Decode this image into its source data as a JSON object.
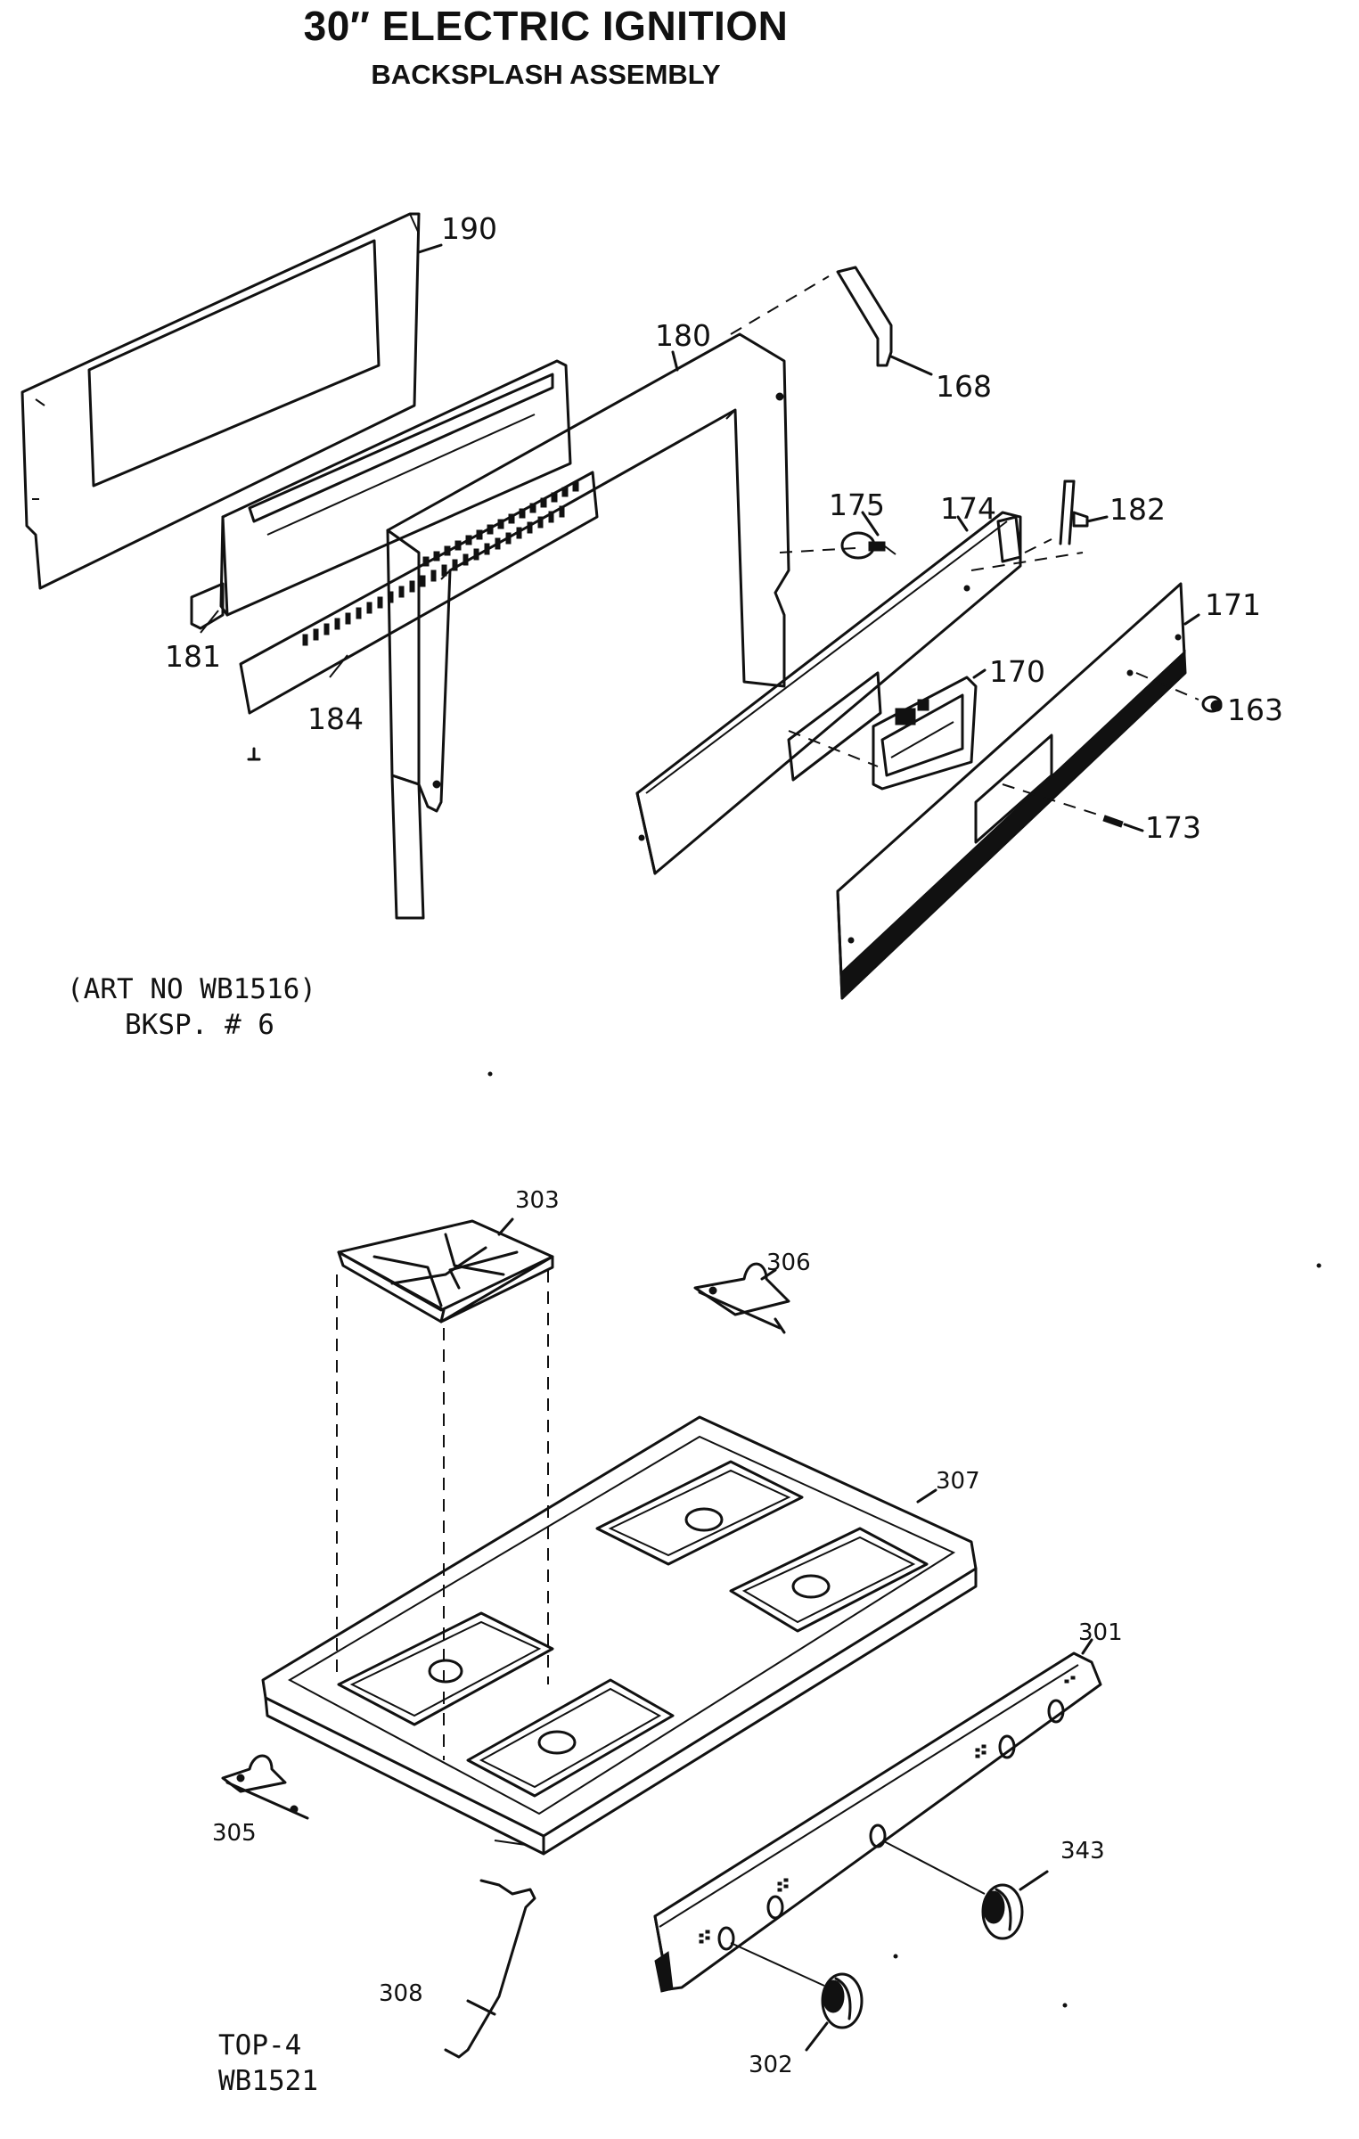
{
  "title": "30″ ELECTRIC IGNITION",
  "subtitle": "BACKSPLASH ASSEMBLY",
  "notes": {
    "backsplash_art": "(ART NO WB1516)",
    "backsplash_code": "BKSP. # 6",
    "top_code": "TOP-4",
    "top_art": "WB1521"
  },
  "parts": {
    "p190": "190",
    "p180": "180",
    "p168": "168",
    "p175": "175",
    "p174": "174",
    "p182": "182",
    "p171": "171",
    "p181": "181",
    "p184": "184",
    "p170": "170",
    "p163": "163",
    "p173": "173",
    "p303": "303",
    "p306": "306",
    "p307": "307",
    "p301": "301",
    "p305": "305",
    "p343": "343",
    "p308": "308",
    "p302": "302"
  }
}
